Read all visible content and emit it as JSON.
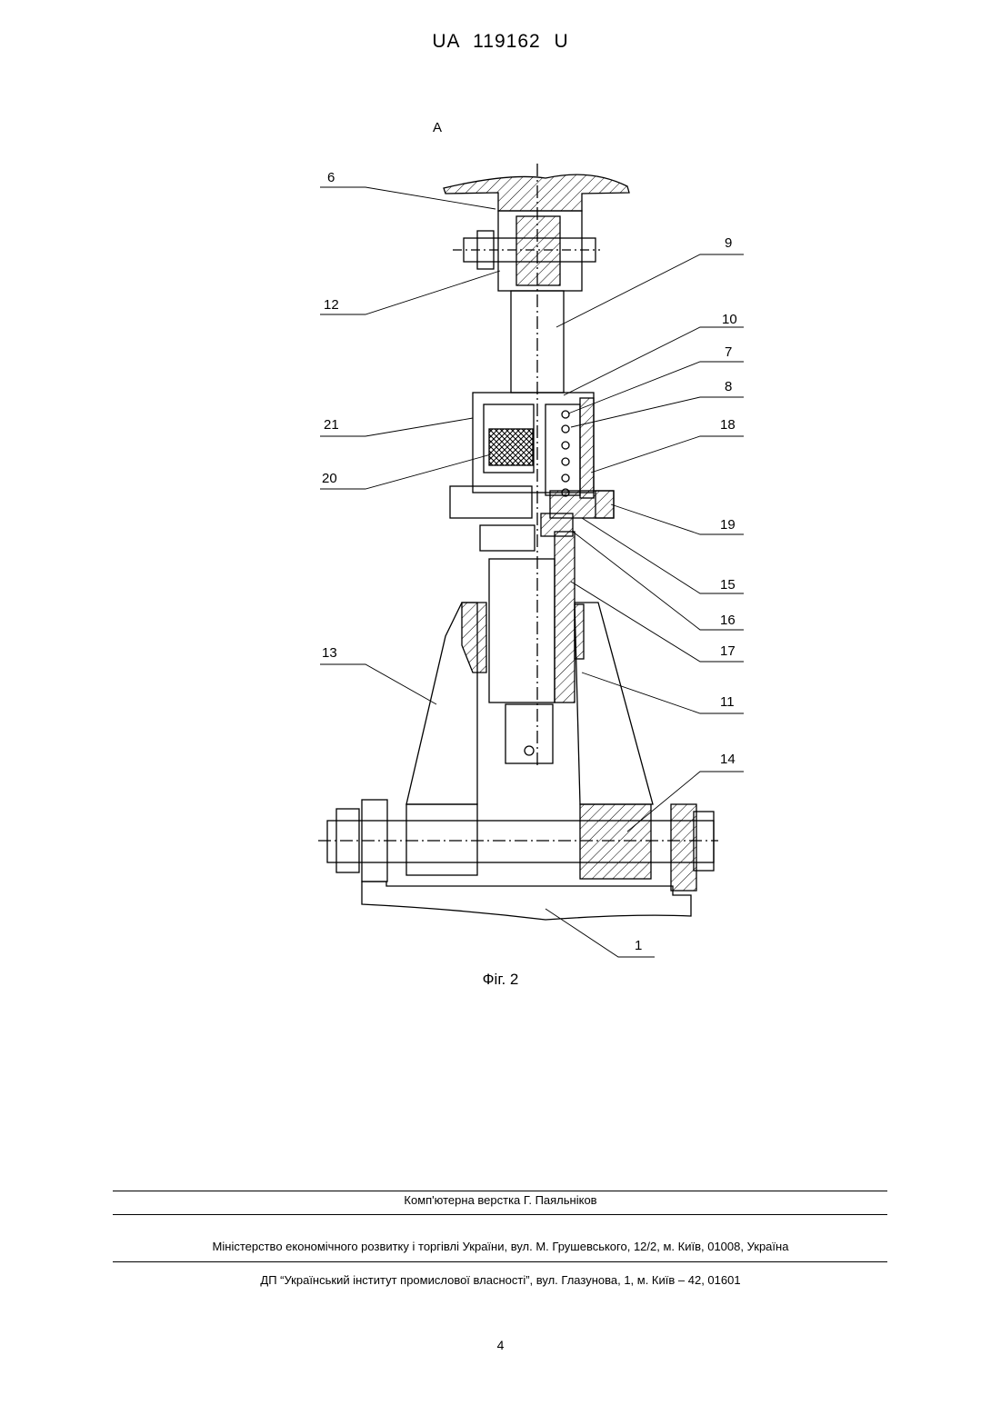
{
  "header": {
    "patent_number": "UA  119162  U"
  },
  "figure": {
    "view_label": "A",
    "caption": "Фіг. 2",
    "callouts": [
      "6",
      "12",
      "9",
      "10",
      "7",
      "8",
      "18",
      "21",
      "20",
      "19",
      "15",
      "16",
      "17",
      "13",
      "11",
      "14",
      "1"
    ]
  },
  "footer": {
    "layout_credit": "Комп'ютерна верстка Г. Паяльніков",
    "ministry": "Міністерство економічного розвитку і торгівлі України, вул. М. Грушевського, 12/2, м. Київ, 01008, Україна",
    "institute": "ДП “Український інститут промислової власності”, вул. Глазунова, 1, м. Київ – 42, 01601"
  },
  "page_number": "4"
}
